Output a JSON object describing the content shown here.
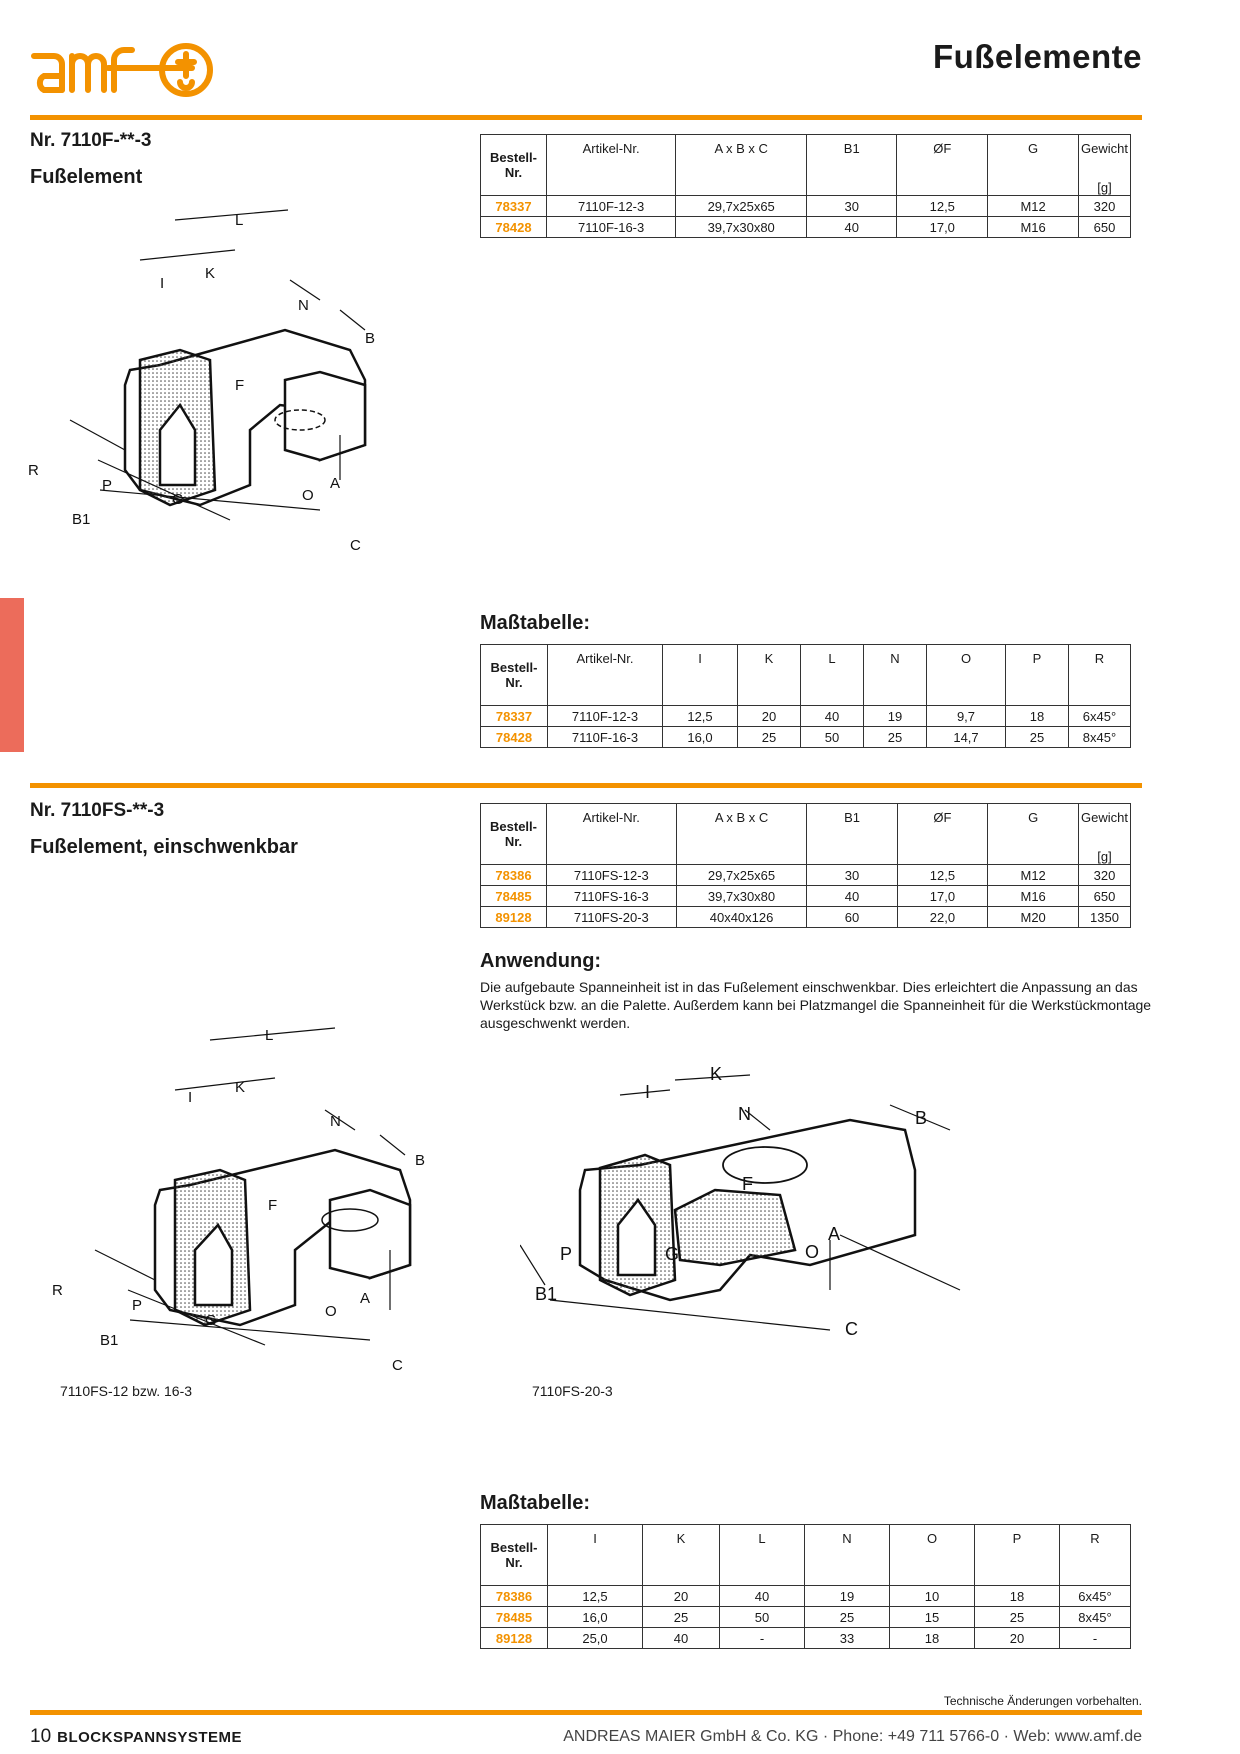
{
  "header": {
    "brand": "amf",
    "title": "Fußelemente"
  },
  "section1": {
    "nr": "Nr. 7110F-**-3",
    "name": "Fußelement",
    "table_main": {
      "order_header": "Bestell-\nNr.",
      "columns": [
        "Artikel-Nr.",
        "A x B x C",
        "B1",
        "ØF",
        "G",
        "Gewicht"
      ],
      "unit": "[g]",
      "rows": [
        [
          "78337",
          "7110F-12-3",
          "29,7x25x65",
          "30",
          "12,5",
          "M12",
          "320"
        ],
        [
          "78428",
          "7110F-16-3",
          "39,7x30x80",
          "40",
          "17,0",
          "M16",
          "650"
        ]
      ]
    },
    "masstabelle_title": "Maßtabelle:",
    "table_dims": {
      "columns": [
        "Artikel-Nr.",
        "I",
        "K",
        "L",
        "N",
        "O",
        "P",
        "R"
      ],
      "rows": [
        [
          "78337",
          "7110F-12-3",
          "12,5",
          "20",
          "40",
          "19",
          "9,7",
          "18",
          "6x45°"
        ],
        [
          "78428",
          "7110F-16-3",
          "16,0",
          "25",
          "50",
          "25",
          "14,7",
          "25",
          "8x45°"
        ]
      ]
    },
    "drawing_labels": [
      "L",
      "K",
      "I",
      "N",
      "B",
      "F",
      "R",
      "P",
      "G",
      "O",
      "A",
      "B1",
      "C"
    ]
  },
  "section2": {
    "nr": "Nr. 7110FS-**-3",
    "name": "Fußelement, einschwenkbar",
    "table_main": {
      "columns": [
        "Artikel-Nr.",
        "A x B x C",
        "B1",
        "ØF",
        "G",
        "Gewicht"
      ],
      "unit": "[g]",
      "rows": [
        [
          "78386",
          "7110FS-12-3",
          "29,7x25x65",
          "30",
          "12,5",
          "M12",
          "320"
        ],
        [
          "78485",
          "7110FS-16-3",
          "39,7x30x80",
          "40",
          "17,0",
          "M16",
          "650"
        ],
        [
          "89128",
          "7110FS-20-3",
          "40x40x126",
          "60",
          "22,0",
          "M20",
          "1350"
        ]
      ]
    },
    "anwendung_title": "Anwendung:",
    "anwendung_text": "Die aufgebaute Spanneinheit ist in das Fußelement einschwenkbar. Dies erleichtert die Anpassung an das Werkstück bzw. an die Palette. Außerdem kann bei Platzmangel die Spanneinheit für die Werkstückmontage ausgeschwenkt werden.",
    "caption_left": "7110FS-12 bzw. 16-3",
    "caption_right": "7110FS-20-3",
    "masstabelle_title": "Maßtabelle:",
    "table_dims": {
      "columns": [
        "I",
        "K",
        "L",
        "N",
        "O",
        "P",
        "R"
      ],
      "rows": [
        [
          "78386",
          "12,5",
          "20",
          "40",
          "19",
          "10",
          "18",
          "6x45°"
        ],
        [
          "78485",
          "16,0",
          "25",
          "50",
          "25",
          "15",
          "25",
          "8x45°"
        ],
        [
          "89128",
          "25,0",
          "40",
          "-",
          "33",
          "18",
          "20",
          "-"
        ]
      ]
    },
    "drawing_labels_left": [
      "L",
      "K",
      "I",
      "N",
      "B",
      "F",
      "R",
      "P",
      "G",
      "O",
      "A",
      "B1",
      "C"
    ],
    "drawing_labels_right": [
      "K",
      "I",
      "N",
      "B",
      "F",
      "P",
      "G",
      "O",
      "A",
      "B1",
      "C"
    ]
  },
  "footer": {
    "note": "Technische Änderungen vorbehalten.",
    "page": "10",
    "chapter": "BLOCKSPANNSYSTEME",
    "company": "ANDREAS MAIER GmbH & Co. KG · Phone: +49 711 5766-0 · Web: www.amf.de"
  },
  "colors": {
    "accent": "#f39200",
    "tab": "#ec6c5b"
  }
}
